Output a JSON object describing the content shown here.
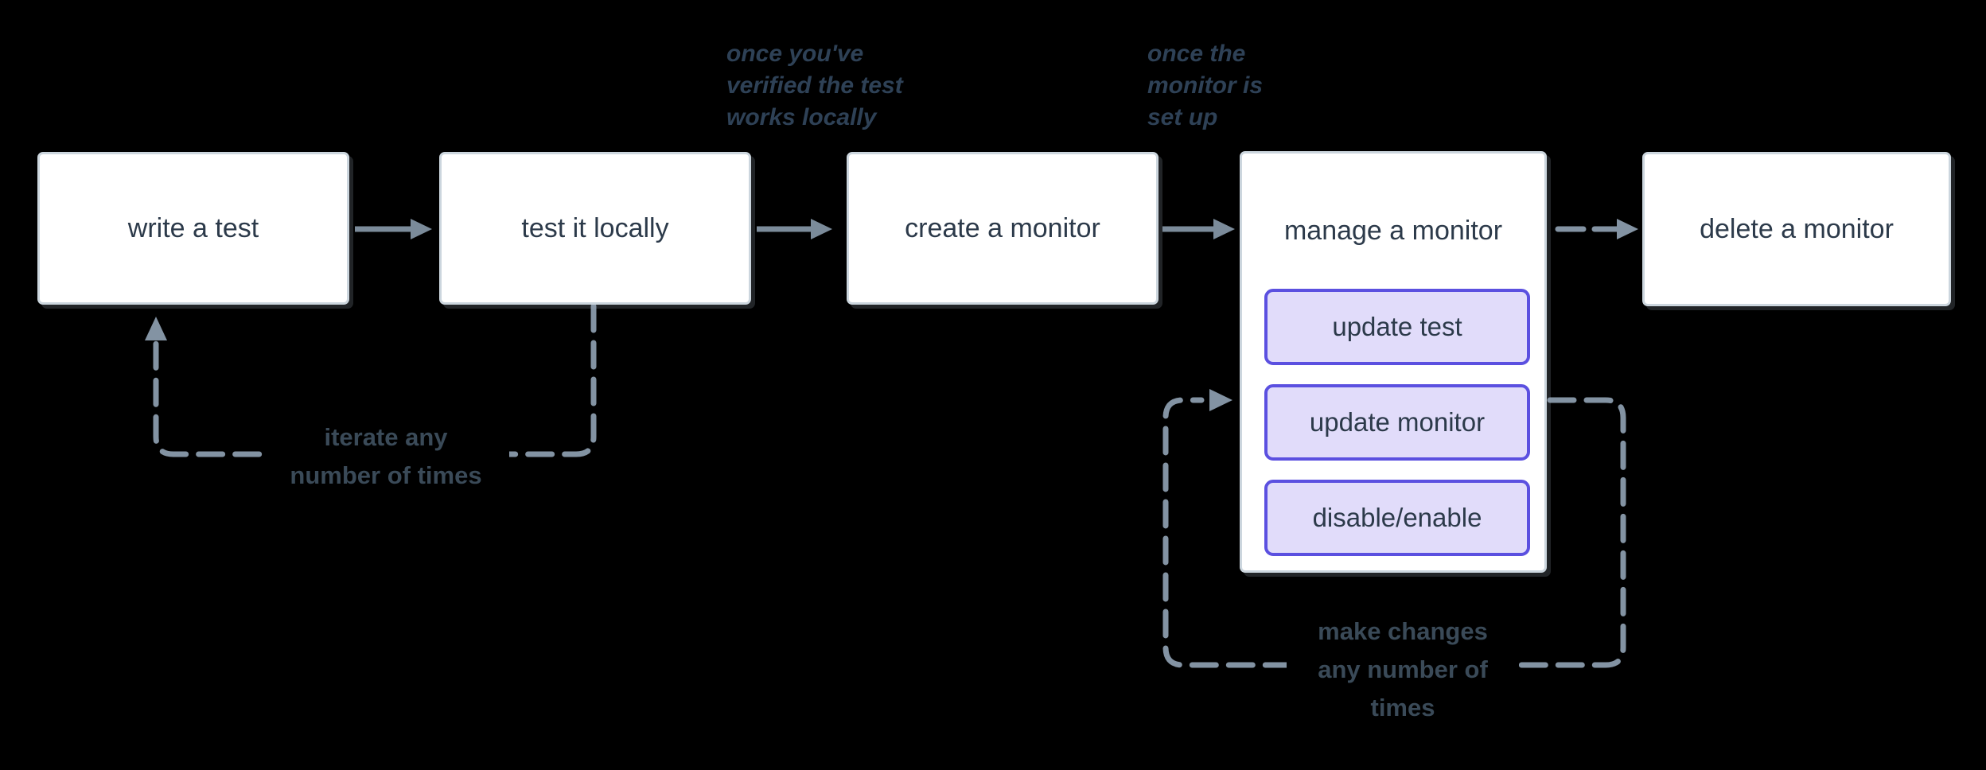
{
  "diagram": {
    "title": "monitoring workflow flowchart",
    "nodes": [
      {
        "id": "write-test",
        "label": "write a test"
      },
      {
        "id": "test-locally",
        "label": "test it locally"
      },
      {
        "id": "create-monitor",
        "label": "create a monitor"
      },
      {
        "id": "manage-monitor",
        "label": "manage a monitor",
        "actions": [
          {
            "label": "update test"
          },
          {
            "label": "update monitor"
          },
          {
            "label": "disable/enable"
          }
        ]
      },
      {
        "id": "delete-monitor",
        "label": "delete a monitor"
      }
    ],
    "annotations": {
      "verified_locally": {
        "line1": "once you've",
        "line2": "verified the test",
        "line3": "works locally"
      },
      "monitor_setup": {
        "line1": "once the",
        "line2": "monitor is",
        "line3": "set up"
      },
      "iterate_loop": {
        "line1": "iterate any",
        "line2": "number of times"
      },
      "change_loop": {
        "line1": "make changes",
        "line2": "any number of",
        "line3": "times"
      }
    },
    "edges": [
      {
        "from": "write-test",
        "to": "test-locally",
        "style": "solid"
      },
      {
        "from": "test-locally",
        "to": "create-monitor",
        "style": "solid"
      },
      {
        "from": "create-monitor",
        "to": "manage-monitor",
        "style": "solid"
      },
      {
        "from": "manage-monitor",
        "to": "delete-monitor",
        "style": "dashed"
      },
      {
        "from": "test-locally",
        "to": "write-test",
        "style": "dashed-loop",
        "label": "iterate any number of times"
      },
      {
        "from": "manage-monitor",
        "to": "manage-monitor",
        "style": "dashed-loop",
        "label": "make changes any number of times"
      }
    ],
    "colors": {
      "background": "#000000",
      "node_fill": "#ffffff",
      "node_border": "#ccd6de",
      "node_text": "#2c3a4a",
      "solid_arrow": "#7b8b9a",
      "dashed_arrow": "#8393a3",
      "action_fill": "#e1dcfa",
      "action_border": "#5b50e0",
      "loop_label_text": "#3a4a58",
      "annotation_text": "#2e4156"
    }
  }
}
